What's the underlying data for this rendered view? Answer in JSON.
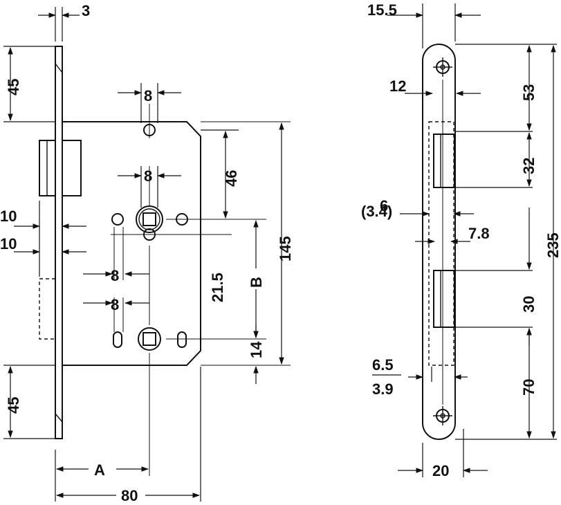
{
  "side_view": {
    "dims": {
      "faceplate_thickness": "3",
      "top_offset": "45",
      "bottom_offset": "45",
      "backset_80": "80",
      "backset_a": "A",
      "hub_spacing_8_top": "8",
      "hub_spacing_8_mid": "8",
      "hub_spacing_8_low": "8",
      "hub_spacing_8_bottom": "8",
      "latch_to_hub": "46",
      "case_height": "145",
      "hub_distance_b": "B",
      "spacing_215": "21.5",
      "bottom_14": "14",
      "plate_10_top": "10",
      "plate_10_bottom": "10"
    }
  },
  "front_view": {
    "dims": {
      "width_155": "15.5",
      "width_12": "12",
      "top_53": "53",
      "latch_32": "32",
      "slot_6": "6",
      "slot_34": "(3.4)",
      "slot_78": "7.8",
      "bolt_30": "30",
      "bottom_70": "70",
      "total_235": "235",
      "bottom_65": "6.5",
      "bottom_39": "3.9",
      "plate_width_20": "20"
    }
  }
}
